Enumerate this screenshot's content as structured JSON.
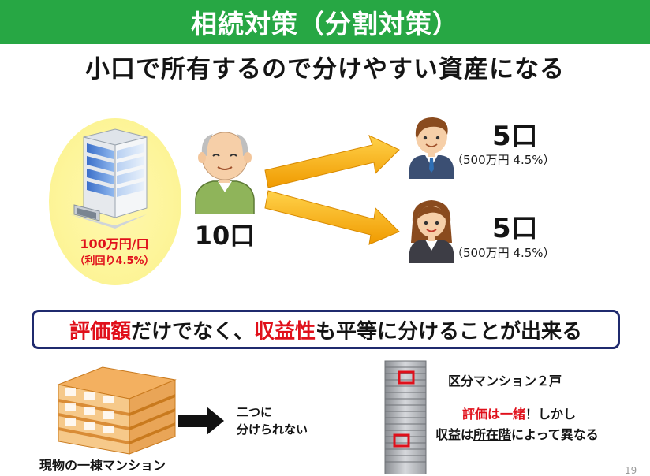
{
  "header": {
    "title": "相続対策（分割対策）"
  },
  "subtitle": "小口で所有するので分けやすい資産になる",
  "building": {
    "price": "100万円/口",
    "yield": "（利回り4.5%）"
  },
  "owner": {
    "count": "10口"
  },
  "heirs": [
    {
      "count": "5口",
      "detail": "（500万円 4.5%）"
    },
    {
      "count": "5口",
      "detail": "（500万円 4.5%）"
    }
  ],
  "emphasis": {
    "part1": "評価額",
    "part2": "だけでなく、",
    "part3": "収益性",
    "part4": "も平等に分けることが出来る"
  },
  "bottom_left": {
    "caption": "現物の一棟マンション",
    "arrow_text_line1": "二つに",
    "arrow_text_line2": "分けられない"
  },
  "bottom_right": {
    "heading": "区分マンション２戸",
    "line1_red": "評価は一緒",
    "line1_rest": "！しかし",
    "line2_pre": "収益は",
    "line2_underline": "所在階",
    "line2_post": "によって異なる"
  },
  "page_number": "19",
  "colors": {
    "title_bar": "#27a744",
    "emphasis_red": "#e0101b",
    "box_border": "#1f2a6e",
    "arrow": "#f7b30c"
  }
}
